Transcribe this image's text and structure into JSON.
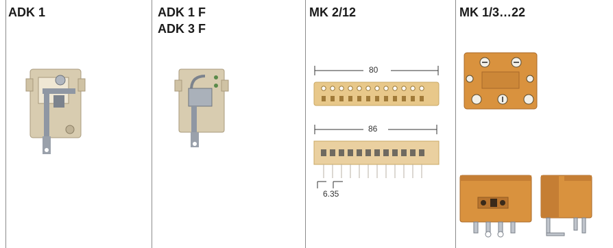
{
  "columns": [
    {
      "title": "ADK 1"
    },
    {
      "title_line1": "ADK 1 F",
      "title_line2": "ADK 3 F"
    },
    {
      "title": "MK 2/12",
      "dim_top": "80",
      "dim_bottom": "86",
      "dim_pitch": "6.35"
    },
    {
      "title": "MK 1/3…22"
    }
  ],
  "colors": {
    "terminal_beige": "#d8ccb0",
    "strip_yellow": "#e8c88a",
    "block_orange": "#d9923e",
    "metal": "#8f97a3"
  }
}
